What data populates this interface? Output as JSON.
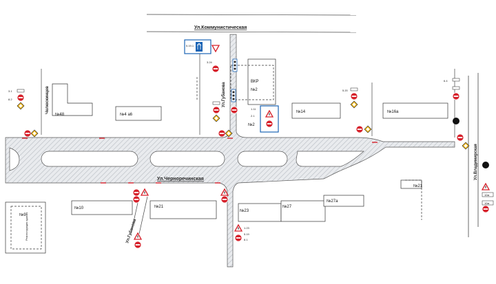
{
  "streets": {
    "kommunisticheskaya": "Ул.Коммунистическая",
    "chernorechenskaya": "Ул.Черноречинская",
    "gubanova": "Ул.Губанова",
    "gubanova_south": "Ул.Губанова",
    "chelyuskintsev": "Челюскинцев",
    "vladimirskaya": "Ул.Владимирская"
  },
  "buildings": {
    "b48": "№48",
    "b46": "№4 а6",
    "vkr": "ВКР",
    "n2": "№2",
    "n2b": "№2",
    "n14": "№14",
    "n16a": "№16а",
    "n21_right": "№21",
    "n10": "№10",
    "n21": "№21",
    "n23": "№23",
    "n27": "№27",
    "n27a": "№27а",
    "left_box_num": "№9",
    "left_box_text": "Реконструкция здания"
  },
  "sign_codes": {
    "top_panel": "5.19.1",
    "sign_3_24": "3.24",
    "sign_1_11": "1.11",
    "sign_2_1": "2.1",
    "sign_3_1": "3.1",
    "sign_8_2": "8.2",
    "sign_5_20": "5.20",
    "sign_6_4": "6.4",
    "sign_1_23": "1.23",
    "sign_5_19": "5.19",
    "sign_8_1": "8.1",
    "plate_10m_a": "10м",
    "plate_10m_b": "10м"
  },
  "colors": {
    "sign_red": "#d6202a",
    "warning_yellow": "#f2b81f",
    "info_blue": "#1b64b5",
    "road_hatch": "#b9bec6",
    "line": "#333333"
  },
  "icons": [
    "no-entry-sign",
    "priority-road-sign",
    "warning-triangle-sign",
    "traffic-light-icon",
    "info-panel-sign",
    "road-works-sign"
  ]
}
